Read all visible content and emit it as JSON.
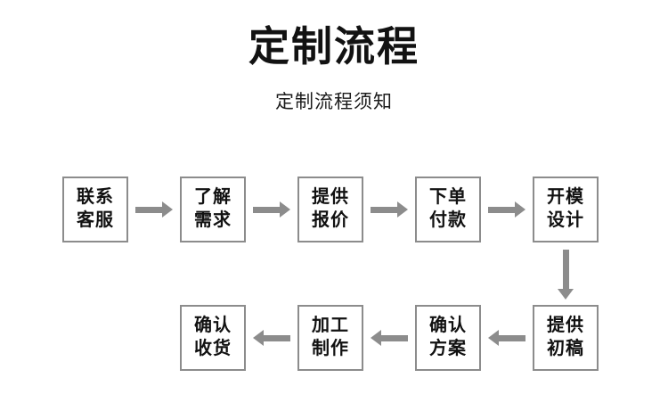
{
  "header": {
    "title": "定制流程",
    "subtitle": "定制流程须知"
  },
  "colors": {
    "box_border": "#8c8c8c",
    "arrow": "#8c8c8c",
    "text": "#111111",
    "background": "#ffffff"
  },
  "flow": {
    "nodes": [
      {
        "id": "n1",
        "line1": "联系",
        "line2": "客服"
      },
      {
        "id": "n2",
        "line1": "了解",
        "line2": "需求"
      },
      {
        "id": "n3",
        "line1": "提供",
        "line2": "报价"
      },
      {
        "id": "n4",
        "line1": "下单",
        "line2": "付款"
      },
      {
        "id": "n5",
        "line1": "开模",
        "line2": "设计"
      },
      {
        "id": "n6",
        "line1": "提供",
        "line2": "初稿"
      },
      {
        "id": "n7",
        "line1": "确认",
        "line2": "方案"
      },
      {
        "id": "n8",
        "line1": "加工",
        "line2": "制作"
      },
      {
        "id": "n9",
        "line1": "确认",
        "line2": "收货"
      }
    ],
    "connectors": [
      {
        "id": "a1",
        "from": "n1",
        "to": "n2",
        "direction": "right"
      },
      {
        "id": "a2",
        "from": "n2",
        "to": "n3",
        "direction": "right"
      },
      {
        "id": "a3",
        "from": "n3",
        "to": "n4",
        "direction": "right"
      },
      {
        "id": "a4",
        "from": "n4",
        "to": "n5",
        "direction": "right"
      },
      {
        "id": "a5",
        "from": "n5",
        "to": "n6",
        "direction": "down"
      },
      {
        "id": "a6",
        "from": "n6",
        "to": "n7",
        "direction": "left"
      },
      {
        "id": "a7",
        "from": "n7",
        "to": "n8",
        "direction": "left"
      },
      {
        "id": "a8",
        "from": "n8",
        "to": "n9",
        "direction": "left"
      }
    ]
  }
}
